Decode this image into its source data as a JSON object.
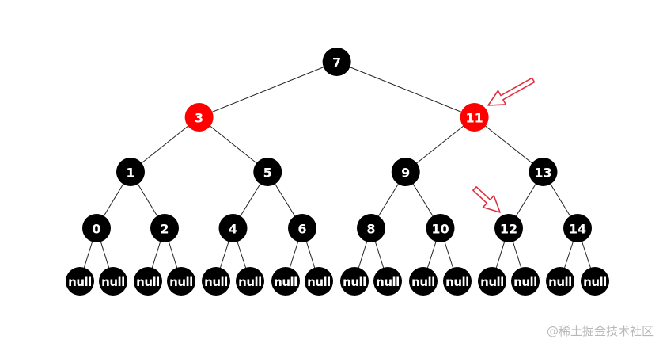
{
  "tree": {
    "colors": {
      "black": "#000000",
      "red": "#ff0000",
      "edge": "#222222",
      "arrow": "#e03040"
    },
    "root": {
      "id": "n7",
      "label": "7",
      "color": "red_black:black",
      "left": "n3",
      "right": "n11"
    },
    "nodes": [
      {
        "id": "n7",
        "label": "7",
        "color": "black",
        "parent": null,
        "side": null
      },
      {
        "id": "n3",
        "label": "3",
        "color": "red",
        "parent": "n7",
        "side": "left"
      },
      {
        "id": "n11",
        "label": "11",
        "color": "red",
        "parent": "n7",
        "side": "right",
        "highlighted": true
      },
      {
        "id": "n1",
        "label": "1",
        "color": "black",
        "parent": "n3",
        "side": "left"
      },
      {
        "id": "n5",
        "label": "5",
        "color": "black",
        "parent": "n3",
        "side": "right"
      },
      {
        "id": "n9",
        "label": "9",
        "color": "black",
        "parent": "n11",
        "side": "left"
      },
      {
        "id": "n13",
        "label": "13",
        "color": "black",
        "parent": "n11",
        "side": "right"
      },
      {
        "id": "n0",
        "label": "0",
        "color": "black",
        "parent": "n1",
        "side": "left"
      },
      {
        "id": "n2",
        "label": "2",
        "color": "black",
        "parent": "n1",
        "side": "right"
      },
      {
        "id": "n4",
        "label": "4",
        "color": "black",
        "parent": "n5",
        "side": "left"
      },
      {
        "id": "n6",
        "label": "6",
        "color": "black",
        "parent": "n5",
        "side": "right"
      },
      {
        "id": "n8",
        "label": "8",
        "color": "black",
        "parent": "n9",
        "side": "left"
      },
      {
        "id": "n10",
        "label": "10",
        "color": "black",
        "parent": "n9",
        "side": "right"
      },
      {
        "id": "n12",
        "label": "12",
        "color": "black",
        "parent": "n13",
        "side": "left",
        "highlighted": true
      },
      {
        "id": "n14",
        "label": "14",
        "color": "black",
        "parent": "n13",
        "side": "right"
      }
    ],
    "null_label": "null",
    "null_color": "black",
    "annotations": [
      {
        "points_to": "n11",
        "type": "arrow"
      },
      {
        "points_to": "n12",
        "type": "arrow"
      }
    ]
  },
  "watermark": "@稀土掘金技术社区"
}
